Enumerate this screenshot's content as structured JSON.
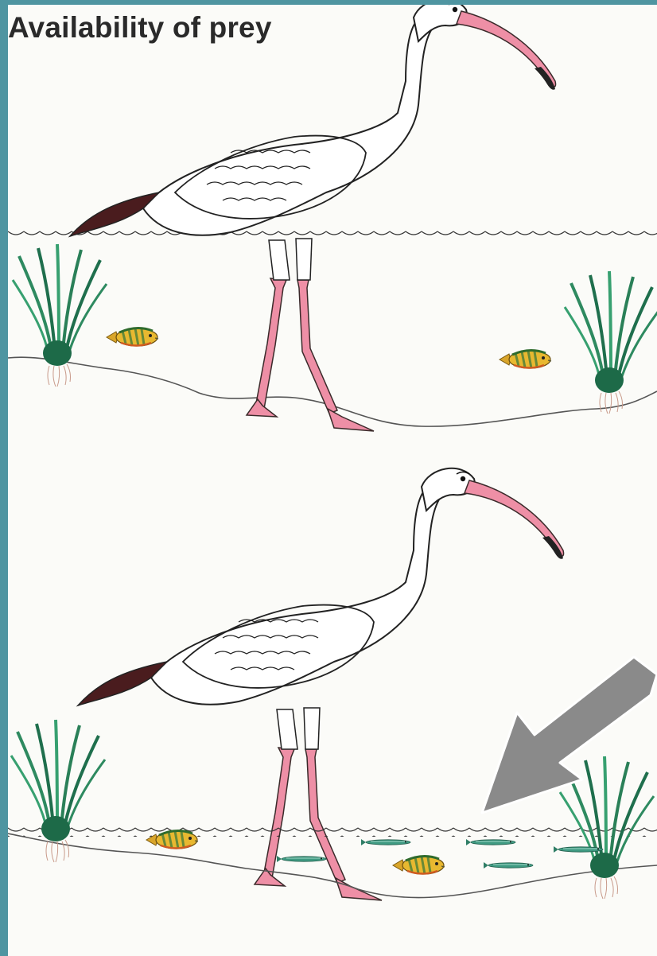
{
  "title": "Availability of prey",
  "colors": {
    "frame": "#4f95a1",
    "paper": "#fbfbf8",
    "ibis_leg_and_bill": "#ee8fa6",
    "wing_tip": "#4a1c1e",
    "plant": "#2e8a60",
    "fish_body": "#e8b830",
    "minnow": "#3f9a82",
    "arrow": "#8a8a8a"
  },
  "panels": [
    {
      "name": "deep-water",
      "subject": "wading ibis",
      "prey": [
        "sunfish",
        "sunfish"
      ]
    },
    {
      "name": "shallow-water",
      "subject": "wading ibis",
      "prey": [
        "sunfish",
        "sunfish",
        "minnow",
        "minnow",
        "minnow",
        "minnow",
        "minnow"
      ],
      "arrow_direction": "down-left"
    }
  ]
}
